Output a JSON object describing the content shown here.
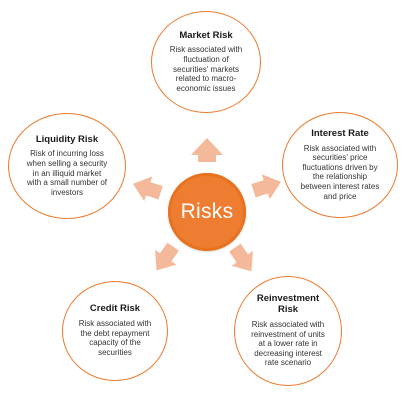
{
  "center": {
    "label": "Risks"
  },
  "colors": {
    "accent": "#ee7d31",
    "arrow": "#f4b99b",
    "border": "#ec7c30"
  },
  "nodes": [
    {
      "id": "market",
      "title": "Market Risk",
      "description": "Risk associated with fluctuation of securities' markets related to macro-economic issues"
    },
    {
      "id": "interest",
      "title": "Interest Rate",
      "description": "Risk associated with securities' price fluctuations driven by the relationship between interest rates and price"
    },
    {
      "id": "reinvestment",
      "title": "Reinvestment Risk",
      "description": "Risk associated with reinvestment of units at a lower rate in decreasing interest rate scenario"
    },
    {
      "id": "credit",
      "title": "Credit Risk",
      "description": "Risk associated with the debt repayment capacity of the securities"
    },
    {
      "id": "liquidity",
      "title": "Liquidity Risk",
      "description": "Risk of incurring loss when selling a security in an illiquid market with a small number of investors"
    }
  ]
}
